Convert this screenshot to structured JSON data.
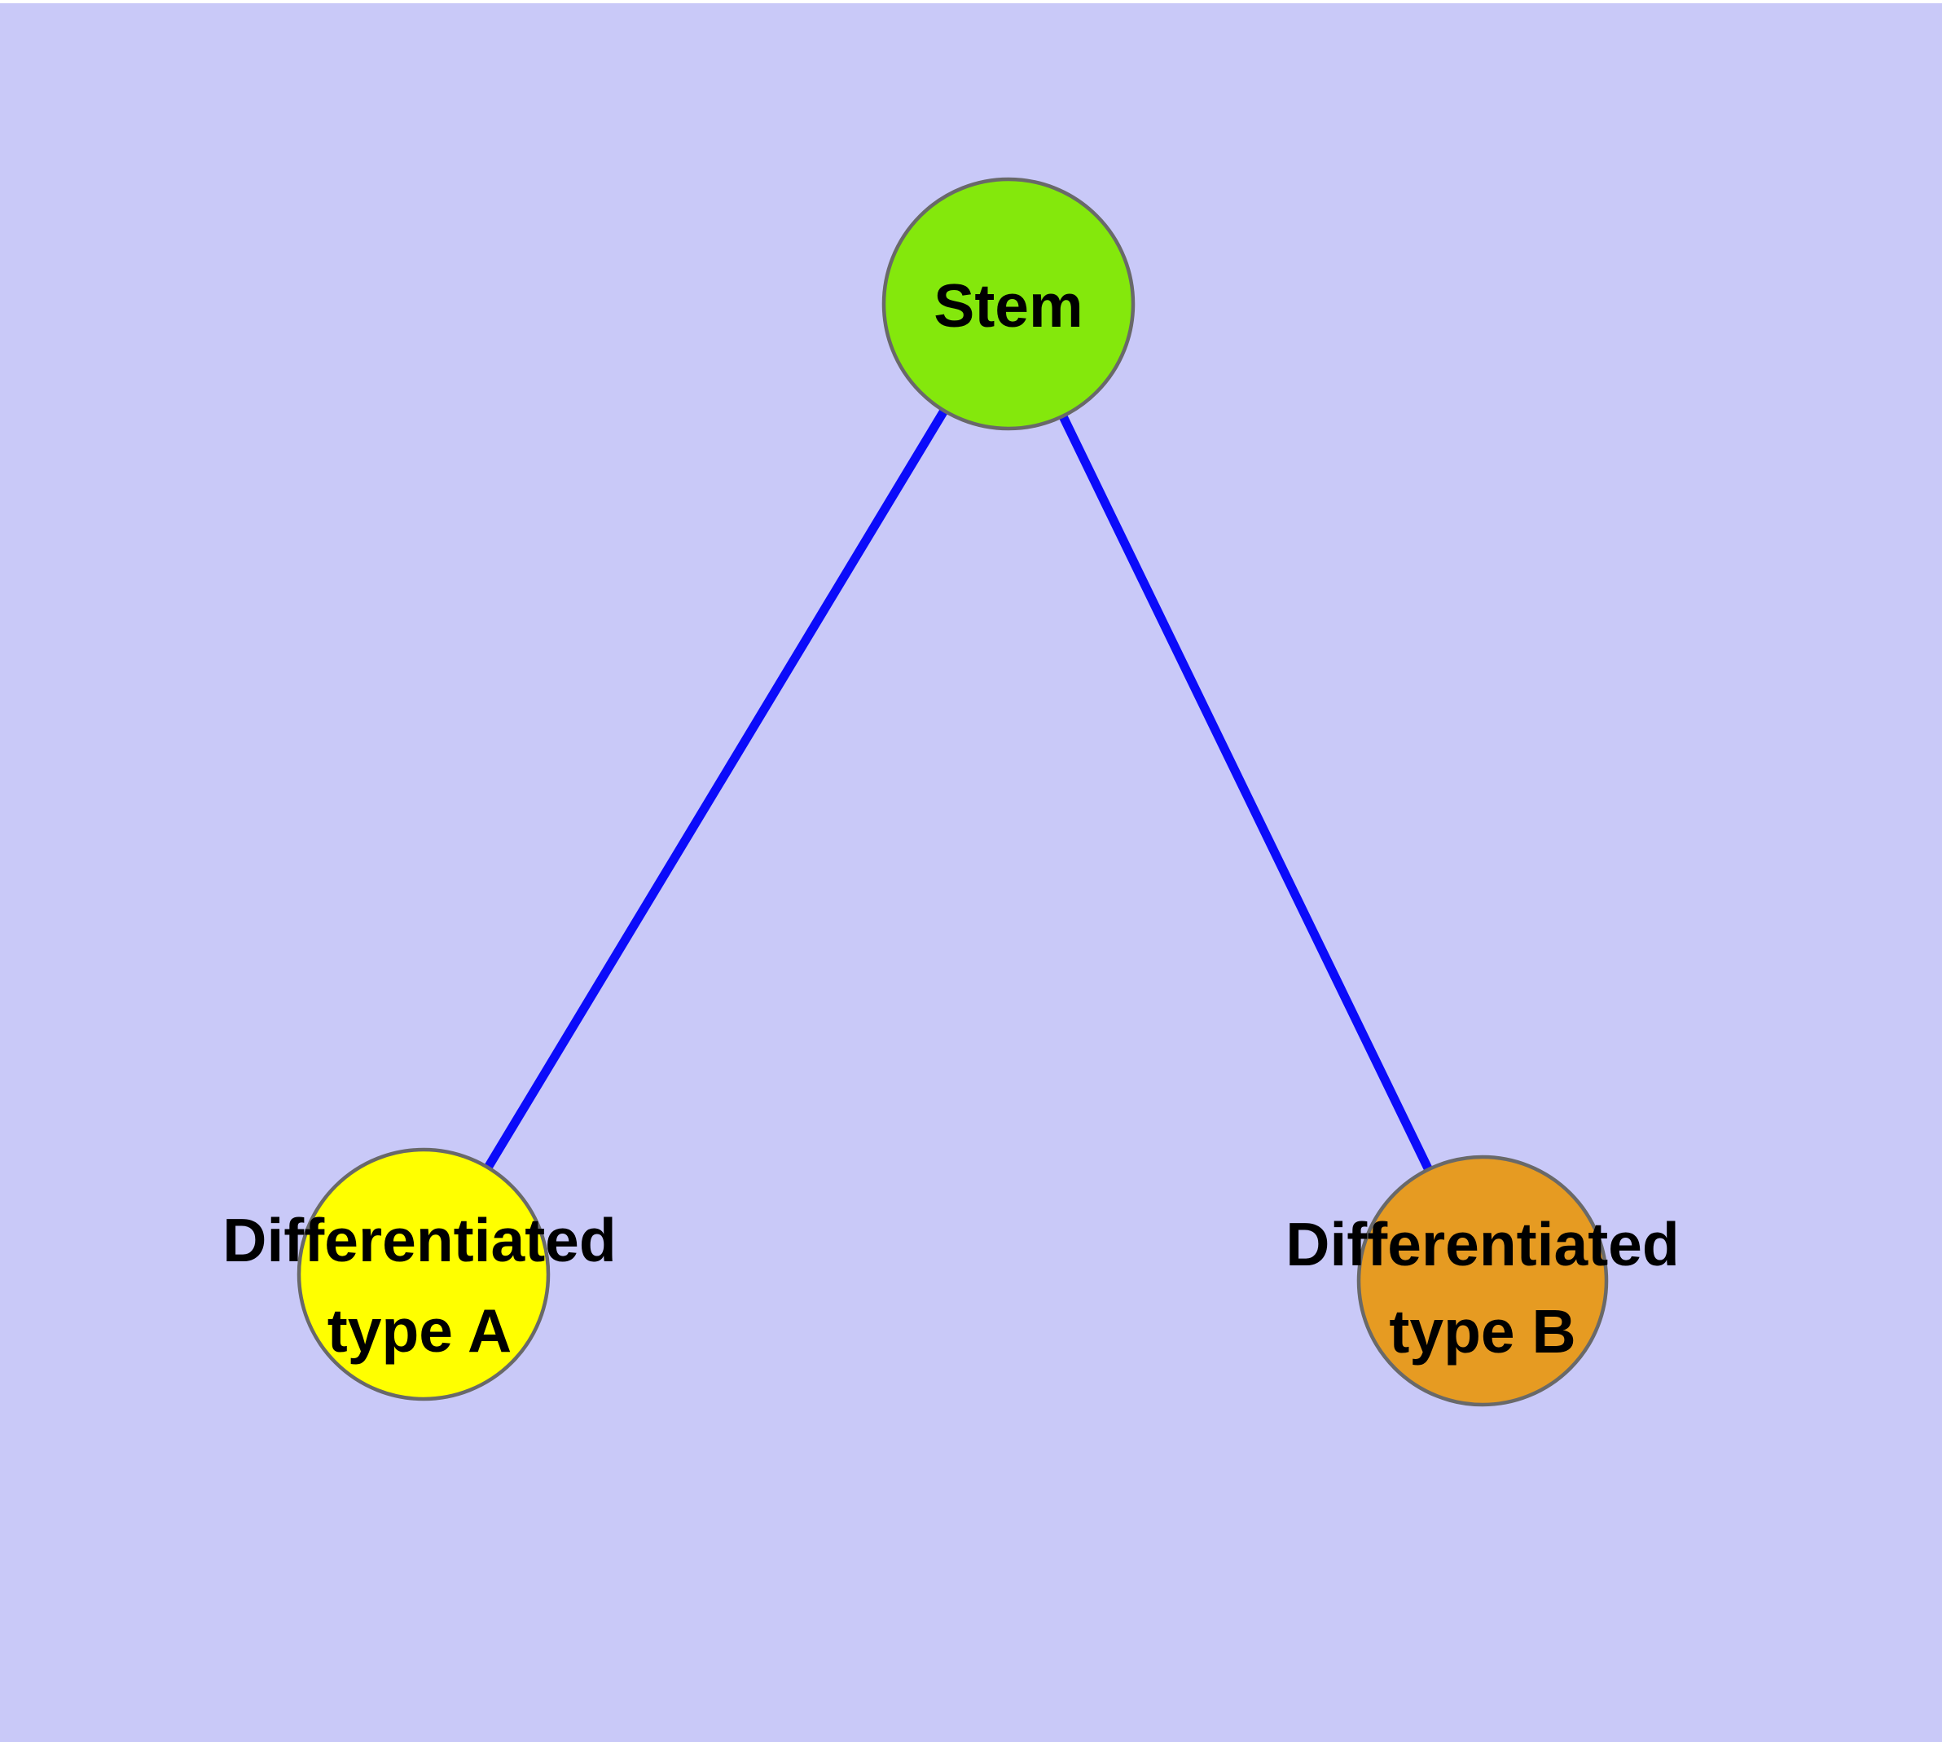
{
  "diagram": {
    "type": "graph",
    "background_color": "#C9C9F8",
    "top_margin_color": "#FFFFFF",
    "edge_color": "#0B0BFA",
    "node_border_color": "#696969",
    "label_color": "#000000",
    "nodes": [
      {
        "id": "stem",
        "label": "Stem",
        "fill": "#84E80C"
      },
      {
        "id": "differentiated-type-a",
        "label_line1": "Differentiated",
        "label_line2": "type A",
        "fill": "#FFFF00"
      },
      {
        "id": "differentiated-type-b",
        "label_line1": "Differentiated",
        "label_line2": "type B",
        "fill": "#E69B22"
      }
    ],
    "edges": [
      {
        "from": "Stem",
        "to": "Differentiated type A"
      },
      {
        "from": "Stem",
        "to": "Differentiated type B"
      }
    ]
  }
}
